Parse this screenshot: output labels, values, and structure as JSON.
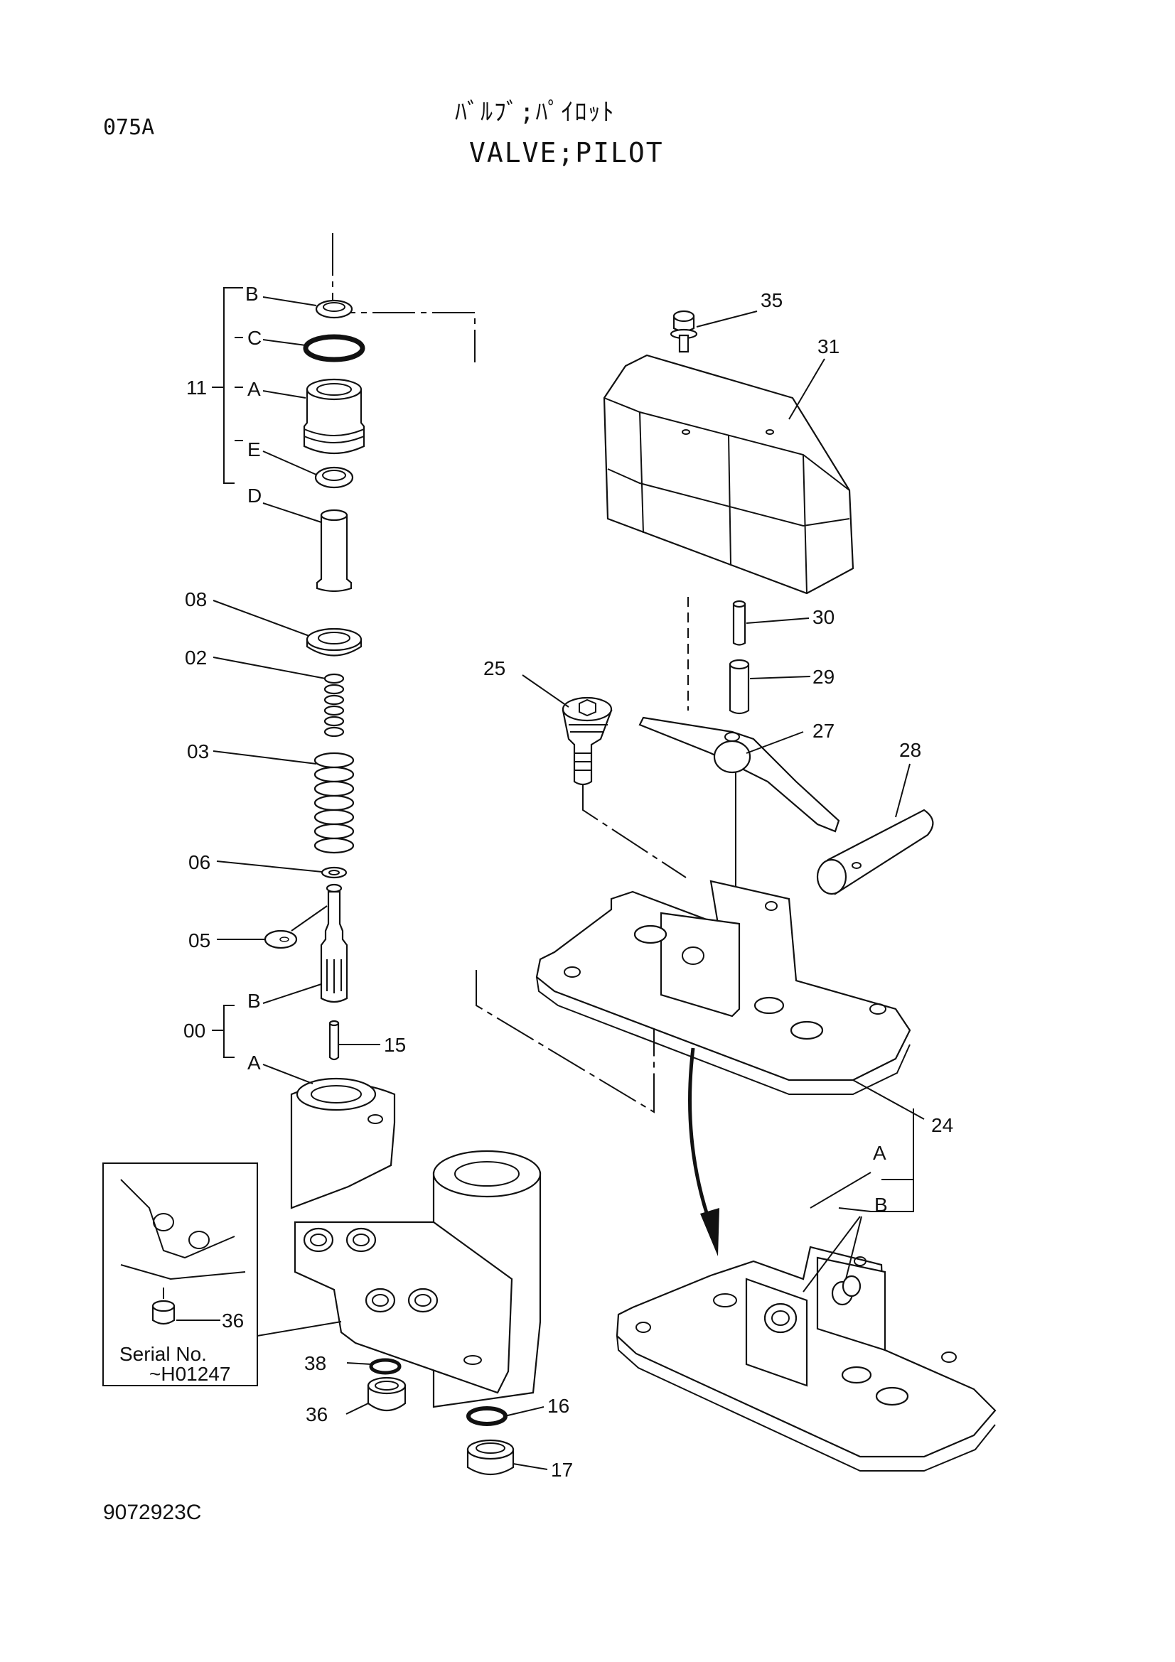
{
  "header": {
    "page_code": "075A",
    "title_jp": "ﾊﾞﾙﾌﾞ;ﾊﾟｲﾛｯﾄ",
    "title_en": "VALVE;PILOT"
  },
  "footer": {
    "drawing_number": "9072923C"
  },
  "inset": {
    "serial_label": "Serial No.",
    "serial_range": "~H01247"
  },
  "callouts": {
    "group_11": "11",
    "p11_b": "B",
    "p11_c": "C",
    "p11_a": "A",
    "p11_e": "E",
    "p11_d": "D",
    "p08": "08",
    "p02": "02",
    "p03": "03",
    "p06": "06",
    "p05": "05",
    "group_00": "00",
    "p00_b": "B",
    "p00_a": "A",
    "p15": "15",
    "p36_inset": "36",
    "p38": "38",
    "p36": "36",
    "p16": "16",
    "p17": "17",
    "p35": "35",
    "p31": "31",
    "p30": "30",
    "p29": "29",
    "p25": "25",
    "p27": "27",
    "p28": "28",
    "p24": "24",
    "p24_a": "A",
    "p24_b": "B"
  }
}
